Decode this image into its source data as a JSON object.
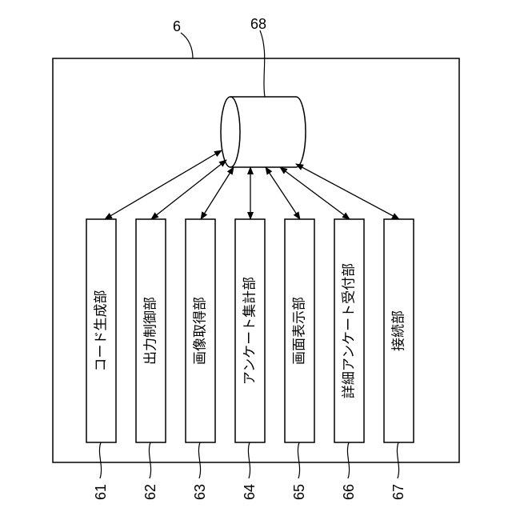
{
  "diagram": {
    "device": {
      "ref": "6"
    },
    "storage": {
      "ref": "68"
    },
    "units": [
      {
        "ref": "61",
        "label": "コード生成部"
      },
      {
        "ref": "62",
        "label": "出力制御部"
      },
      {
        "ref": "63",
        "label": "画像取得部"
      },
      {
        "ref": "64",
        "label": "アンケート集計部"
      },
      {
        "ref": "65",
        "label": "画面表示部"
      },
      {
        "ref": "66",
        "label": "詳細アンケート受付部"
      },
      {
        "ref": "67",
        "label": "接続部"
      }
    ]
  }
}
